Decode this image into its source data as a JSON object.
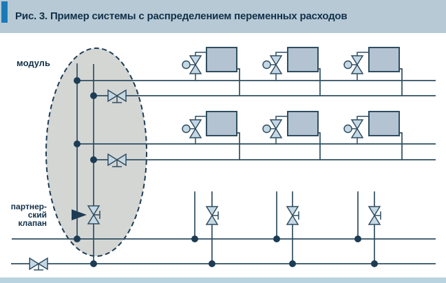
{
  "header": {
    "title": "Рис. 3. Пример системы с распределением переменных расходов"
  },
  "diagram": {
    "labels": {
      "module": "модуль",
      "partner_valve_line1": "партнер-",
      "partner_valve_line2": "ский",
      "partner_valve_line3": "клапан"
    },
    "counts": {
      "radiators": 6,
      "thermostatic_valves": 6,
      "module_balancing_valves": 2,
      "bottom_branch_valves": 3,
      "partner_valves": 1,
      "bottom_line_valves": 1,
      "junction_dots": 12
    }
  },
  "colors": {
    "accent_bar": "#1a7ab8",
    "header_background": "#b6c9d5",
    "title_text": "#123049",
    "pipe_line": "#2e4d60",
    "valve_fill": "#c5d8e4",
    "radiator_fill": "#b4c3d2",
    "module_fill": "#d4d6d4",
    "junction_dot": "#1d3c54",
    "bottom_strip": "#b9d3e0",
    "canvas": "#ffffff"
  }
}
